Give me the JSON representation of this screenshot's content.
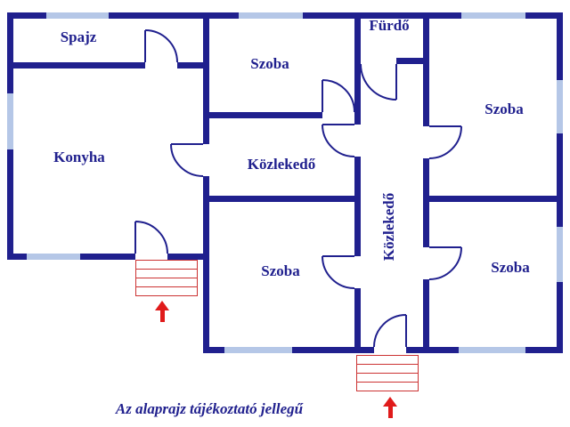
{
  "labels": {
    "spajz": "Spajz",
    "konyha": "Konyha",
    "szoba_top": "Szoba",
    "kozlekedo_horizontal": "Közlekedő",
    "kozlekedo_vertical": "Közlekedő",
    "furdo": "Fürdő",
    "szoba_right_top": "Szoba",
    "szoba_right_bottom": "Szoba",
    "szoba_bottom": "Szoba"
  },
  "footer": {
    "note": "Az alaprajz tájékoztató jellegű"
  },
  "colors": {
    "wall": "#20208e",
    "window": "#b5c7e7",
    "stairs": "#cc3333",
    "arrow": "#e01b1b",
    "text": "#20208e"
  }
}
